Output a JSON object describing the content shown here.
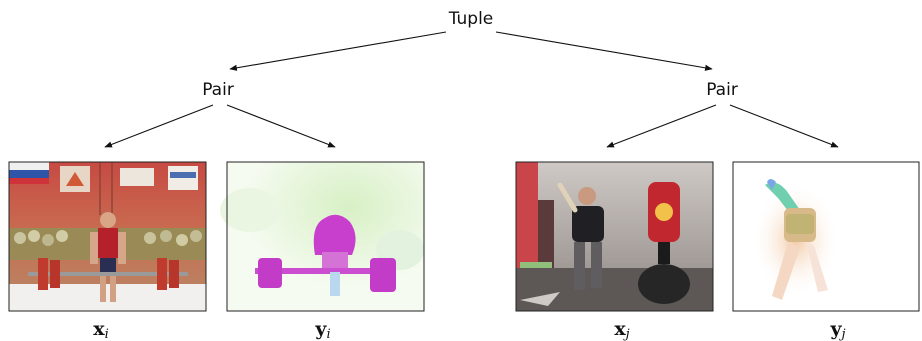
{
  "nodes": {
    "root": {
      "label": "Tuple"
    },
    "left_pair": {
      "label": "Pair"
    },
    "right_pair": {
      "label": "Pair"
    }
  },
  "leaves": {
    "xi": {
      "symbol": "x",
      "subscript": "i"
    },
    "yi": {
      "symbol": "y",
      "subscript": "i"
    },
    "xj": {
      "symbol": "x",
      "subscript": "j"
    },
    "yj": {
      "symbol": "y",
      "subscript": "j"
    }
  }
}
